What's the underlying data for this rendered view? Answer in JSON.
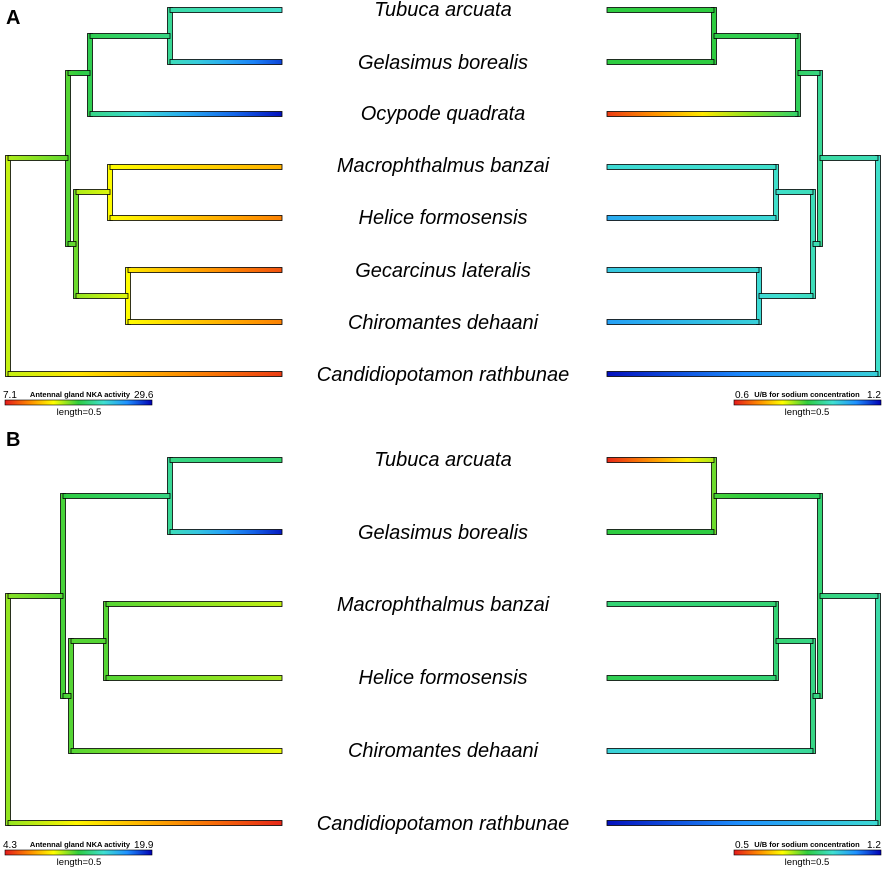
{
  "panels": [
    {
      "letter": "A",
      "taxa": [
        "Tubuca arcuata",
        "Gelasimus borealis",
        "Ocypode quadrata",
        "Macrophthalmus banzai",
        "Helice formosensis",
        "Gecarcinus lateralis",
        "Chiromantes dehaani",
        "Candidiopotamon rathbunae"
      ],
      "left_scale": {
        "title": "Antennal gland NKA activity",
        "min": "7.1",
        "max": "29.6",
        "length": "length=0.5"
      },
      "right_scale": {
        "title": "U/B for sodium concentration",
        "min": "0.6",
        "max": "1.2",
        "length": "length=0.5"
      }
    },
    {
      "letter": "B",
      "taxa": [
        "Tubuca arcuata",
        "Gelasimus borealis",
        "Macrophthalmus banzai",
        "Helice formosensis",
        "Chiromantes dehaani",
        "Candidiopotamon rathbunae"
      ],
      "left_scale": {
        "title": "Antennal gland NKA activity",
        "min": "4.3",
        "max": "19.9",
        "length": "length=0.5"
      },
      "right_scale": {
        "title": "U/B for sodium concentration",
        "min": "0.5",
        "max": "1.2",
        "length": "length=0.5"
      }
    }
  ],
  "colormap": [
    "#e41a1c",
    "#ff8c00",
    "#ffff00",
    "#2ecc40",
    "#40e0d0",
    "#1e90ff",
    "#0000b4"
  ]
}
